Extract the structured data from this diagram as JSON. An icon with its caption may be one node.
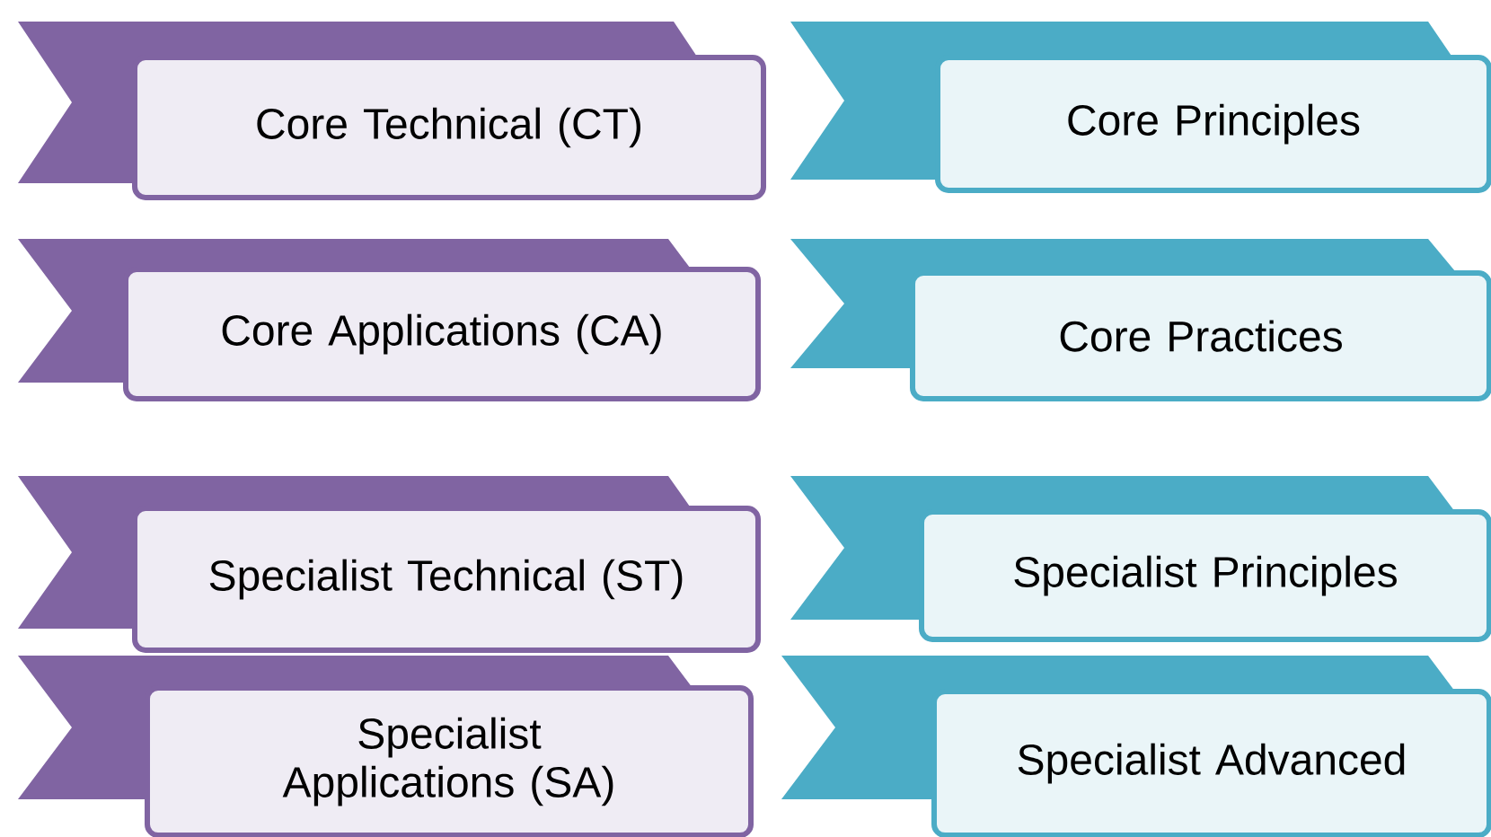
{
  "diagram": {
    "nodes": [
      {
        "text": [
          "Core Technical (CT)"
        ]
      },
      {
        "text": [
          "Core Principles"
        ]
      },
      {
        "text": [
          "Core Applications (CA)"
        ]
      },
      {
        "text": [
          "Core Practices"
        ]
      },
      {
        "text": [
          "Specialist Technical (ST)"
        ]
      },
      {
        "text": [
          "Specialist Principles"
        ]
      },
      {
        "text": [
          "Specialist Applications (SA)"
        ]
      },
      {
        "text": [
          "Specialist Advanced"
        ]
      }
    ]
  }
}
